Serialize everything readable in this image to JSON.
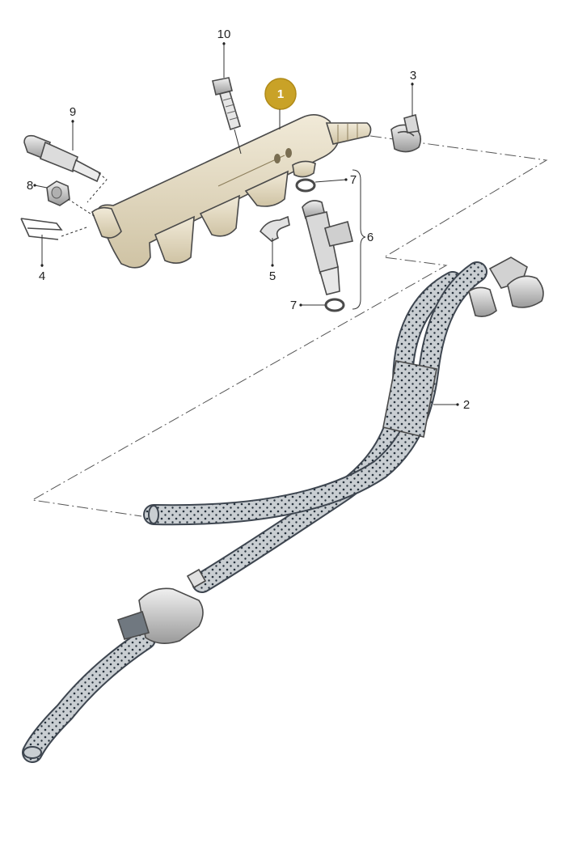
{
  "callouts": {
    "c1": "1",
    "c2": "2",
    "c3": "3",
    "c4": "4",
    "c5": "5",
    "c6": "6",
    "c7a": "7",
    "c7b": "7",
    "c8": "8",
    "c9": "9",
    "c10": "10"
  },
  "colors": {
    "highlight_badge": "#c9a227",
    "highlight_outline": "#d9b43c",
    "fuel_rail_fill": "#e6dcc4",
    "hose_fill": "#c7ccd0",
    "hose_dots": "#2a3440"
  }
}
